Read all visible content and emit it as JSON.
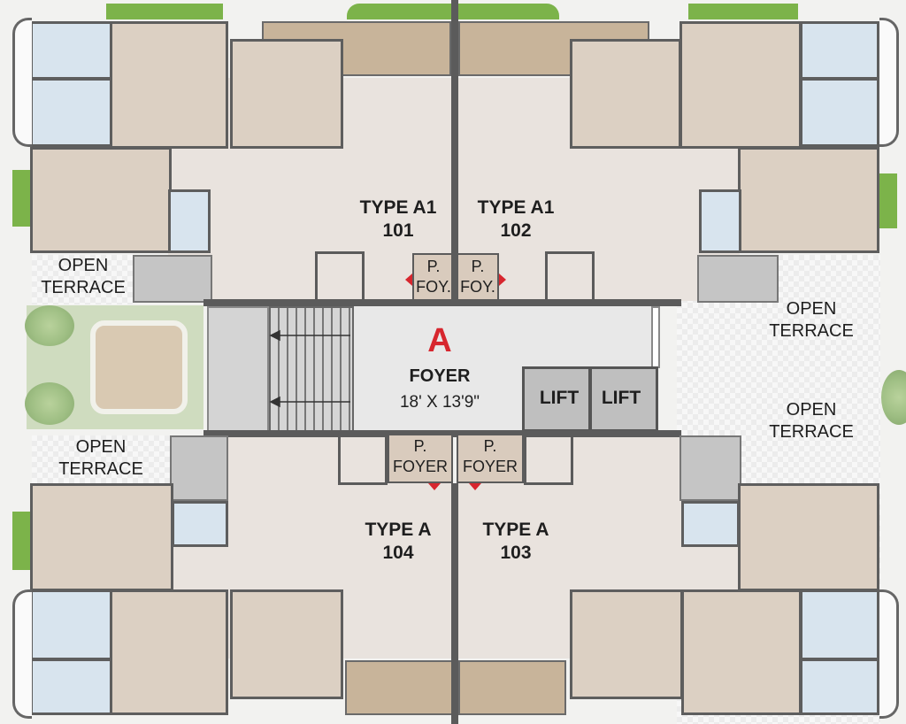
{
  "units": [
    {
      "type": "TYPE A1",
      "number": "101"
    },
    {
      "type": "TYPE A1",
      "number": "102"
    },
    {
      "type": "TYPE A",
      "number": "104"
    },
    {
      "type": "TYPE A",
      "number": "103"
    }
  ],
  "foyer": {
    "marker": "A",
    "name": "FOYER",
    "size": "18' X 13'9\""
  },
  "private_foyers_top": [
    {
      "line1": "P.",
      "line2": "FOY."
    },
    {
      "line1": "P.",
      "line2": "FOY."
    }
  ],
  "private_foyers_bottom": [
    {
      "line1": "P.",
      "line2": "FOYER"
    },
    {
      "line1": "P.",
      "line2": "FOYER"
    }
  ],
  "lifts": [
    "LIFT",
    "LIFT"
  ],
  "terraces": [
    {
      "line1": "OPEN",
      "line2": "TERRACE"
    },
    {
      "line1": "OPEN",
      "line2": "TERRACE"
    },
    {
      "line1": "OPEN",
      "line2": "TERRACE"
    },
    {
      "line1": "OPEN",
      "line2": "TERRACE"
    }
  ],
  "colors": {
    "accent": "#d7262e",
    "wall": "#5b5b5b",
    "room": "#dcd0c3",
    "bath": "#d8e4ee",
    "garden": "#7cb34a"
  }
}
